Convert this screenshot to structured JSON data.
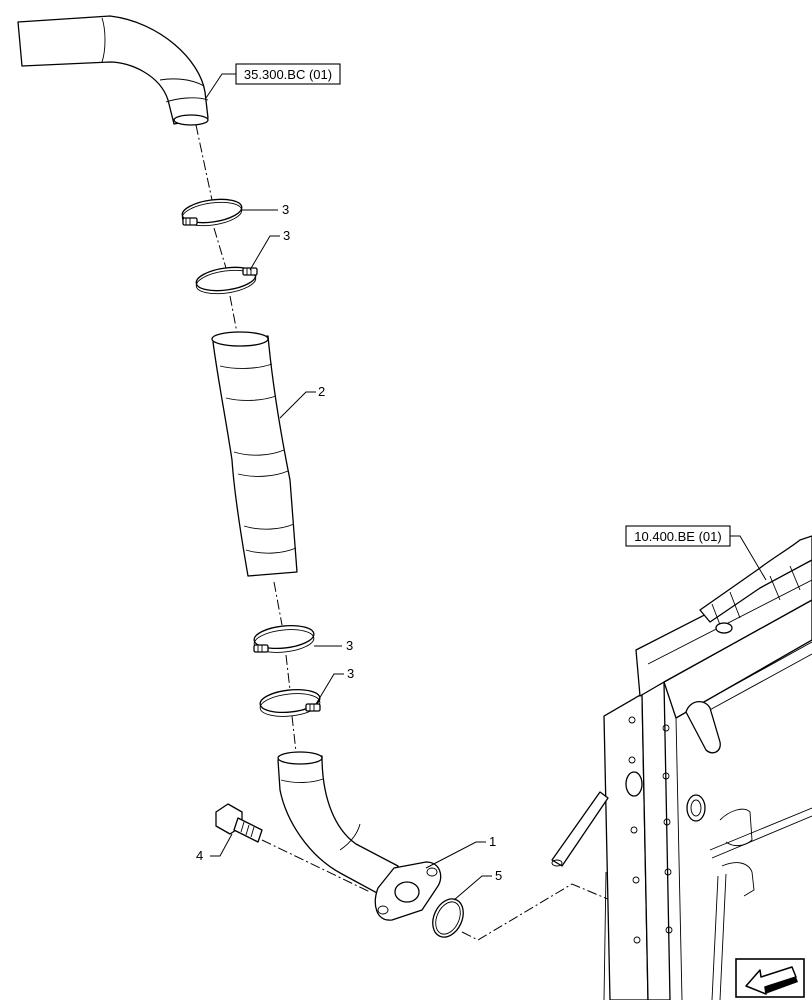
{
  "references": [
    {
      "id": "ref-upper",
      "label": "35.300.BC (01)"
    },
    {
      "id": "ref-frame",
      "label": "10.400.BE (01)"
    }
  ],
  "callouts": {
    "clamp_a": "3",
    "clamp_b": "3",
    "hose": "2",
    "clamp_c": "3",
    "clamp_d": "3",
    "pipe": "1",
    "bolt": "4",
    "oring": "5"
  },
  "icons": {
    "navigation": "direction-arrow-icon"
  }
}
